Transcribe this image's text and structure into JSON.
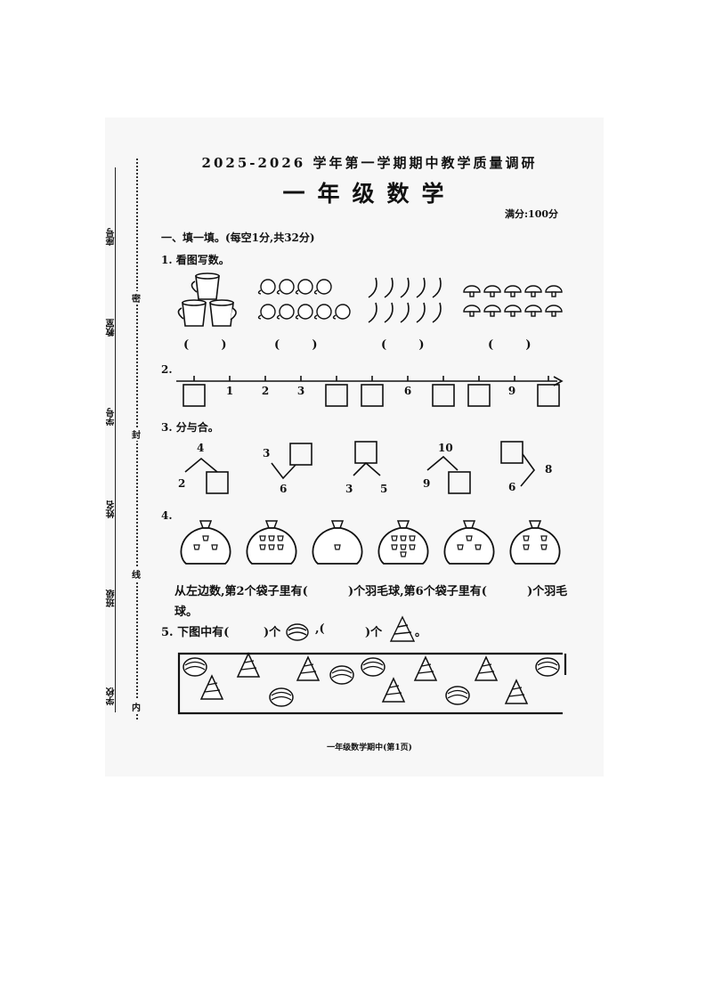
{
  "header": {
    "title": "2025-2026 学年第一学期期中教学质量调研",
    "subject": "一年级数学",
    "full_score": "满分:100分"
  },
  "binding_margin": {
    "labels": [
      "座号",
      "教室",
      "学号",
      "姓名",
      "班级",
      "学校"
    ],
    "cut_marks": [
      "密",
      "封",
      "线",
      "内"
    ]
  },
  "section1": {
    "heading": "一、填一填。(每空1分,共32分)",
    "q1": {
      "label": "1. 看图写数。",
      "paren": "(        )",
      "groups": [
        "cups",
        "peaches",
        "peppers",
        "mushrooms"
      ]
    },
    "q2": {
      "label": "2.",
      "ticks": [
        "",
        "1",
        "2",
        "3",
        "",
        "",
        "6",
        "",
        "",
        "9",
        ""
      ]
    },
    "q3": {
      "label": "3. 分与合。",
      "items": [
        {
          "top": "4",
          "left": "2",
          "right": ""
        },
        {
          "top": "",
          "left": "3",
          "right": "6"
        },
        {
          "top": "",
          "left": "3",
          "right": "5"
        },
        {
          "top": "10",
          "left": "9",
          "right": ""
        },
        {
          "top": "",
          "left": "6",
          "right": "8"
        }
      ]
    },
    "q4": {
      "label": "4.",
      "shuttle_counts": [
        3,
        6,
        1,
        7,
        3,
        4
      ],
      "line1": "从左边数,第2个袋子里有(          )个羽毛球,第6个袋子里有(          )个羽毛",
      "line2": "球。"
    },
    "q5": {
      "label": "5. 下图中有(",
      "part2": ")个",
      "part3": ",(",
      "part4": ")个",
      "end": "。"
    }
  },
  "footer": "一年级数学期中(第1页)"
}
